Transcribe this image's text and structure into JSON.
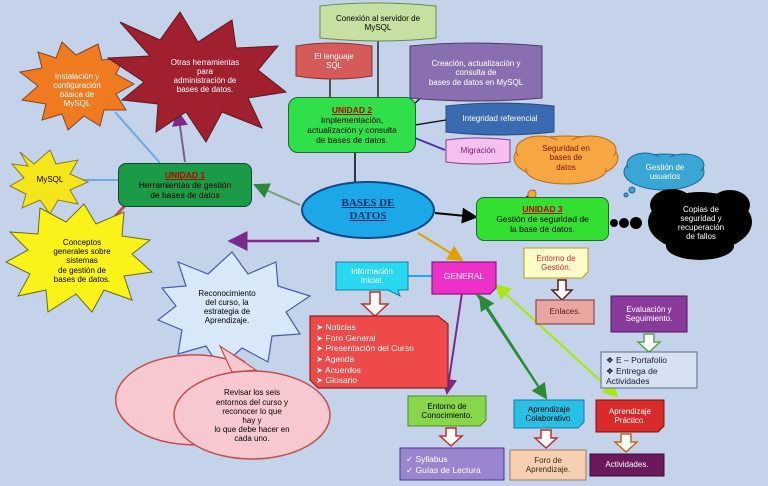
{
  "center": {
    "line1": "BASES DE",
    "line2": "DATOS"
  },
  "unidad1": {
    "title": "UNIDAD 1",
    "text": "Herramientas de gestión\nde bases de datos"
  },
  "unidad2": {
    "title": "UNIDAD 2",
    "text": "Implementación,\nactualización y consulta\nde bases de datos."
  },
  "unidad3": {
    "title": "UNIDAD 3",
    "text": "Gestión de seguridad de\nla base de datos."
  },
  "u1_items": {
    "instalacion": "Instalación y\nconfiguración\nbásica de\nMySQL",
    "otras": "Otras herramientas\npara\nadministración de\nbases de datos.",
    "mysql": "MySQL",
    "conceptos": "Conceptos\ngenerales sobre\nsistemas\nde gestión de\nbases de datos."
  },
  "u2_items": {
    "conexion": "Conexión al servidor de\nMySQL",
    "lenguaje": "El lenguaje\nSQL",
    "creacion": "Creación, actualización y\nconsulta de\nbases de datos en MySQL",
    "integridad": "Integridad referencial",
    "migracion": "Migración"
  },
  "u3_items": {
    "seguridad": "Seguridad en\nbases de\ndatos",
    "gestion_usuarios": "Gestión de\nusuarios",
    "copias": "Copias de\nseguridad y\nrecuperación\nde fallos"
  },
  "reconocimiento": "Reconocimiento\ndel curso, la\nestrategia de\nAprendizaje.",
  "revisar": "Revisar los seis\nentornos del curso y\nreconocer lo que\nhay y\nlo que debe hacer en\ncada uno.",
  "info_inicial": "Información\nInicial.",
  "info_list": [
    "Noticias",
    "Foro General",
    "Presentación del Curso",
    "Agenda",
    "Acuerdos",
    "Glosario"
  ],
  "general": "GENERAL",
  "entorno_gestion": "Entorno de\nGestión.",
  "enlaces": "Enlaces.",
  "evaluacion": "Evaluación y\nSeguimiento.",
  "eval_list": [
    "E – Portafolio",
    "Entrega de\nActividades"
  ],
  "entorno_conocimiento": "Entorno de\nConocimiento.",
  "conoc_list": [
    "Syllabus",
    "Guías de Lectura"
  ],
  "aprendizaje_colab": "Aprendizaje\nColaborativo.",
  "foro_aprendizaje": "Foro de\nAprendizaje.",
  "aprendizaje_practico": "Aprendizaje\nPráctico.",
  "actividades": "Actividades.",
  "colors": {
    "background": "#c5d3ea",
    "center": "#1ca8e8",
    "unidad1": "#1b9a47",
    "unidad2": "#2fe04b",
    "unidad3": "#33e02f"
  }
}
